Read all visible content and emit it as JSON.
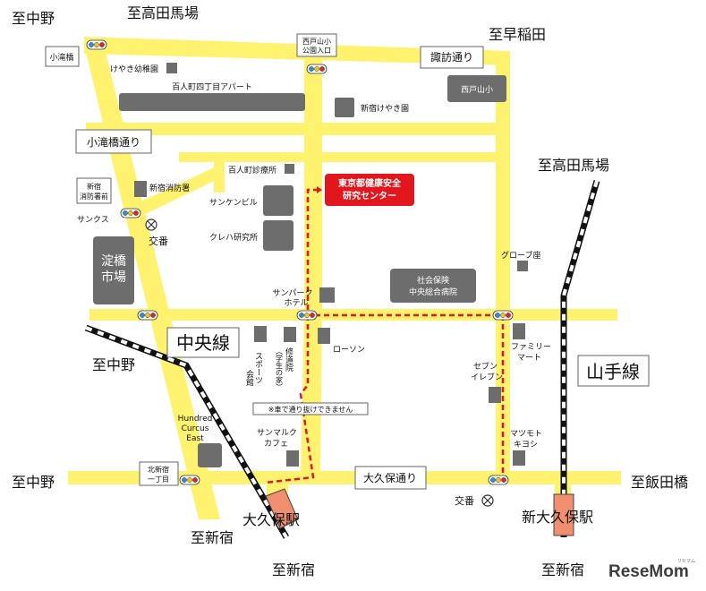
{
  "destinations": {
    "nakano_top": "至中野",
    "takadanobaba_top": "至高田馬場",
    "waseda": "至早稲田",
    "takadanobaba_right": "至高田馬場",
    "nakano_mid": "至中野",
    "nakano_bottom": "至中野",
    "iidabashi": "至飯田橋",
    "shinjuku_left": "至新宿",
    "shinjuku_center": "至新宿",
    "shinjuku_right": "至新宿"
  },
  "roads": {
    "suwa": "諏訪通り",
    "kotakibashi": "小滝橋通り",
    "okubo": "大久保通り"
  },
  "rail_lines": {
    "chuo": "中央線",
    "yamanote": "山手線"
  },
  "stations": {
    "okubo_station": "大久保駅",
    "shinokubo_station": "新大久保駅"
  },
  "intersections": {
    "kotakibashi": "小滝橋",
    "nishitoyama_park": [
      "西戸山小",
      "公園入口"
    ],
    "shinjuku_fire": [
      "新宿",
      "消防署前"
    ],
    "kitashinjuku_1": [
      "北新宿",
      "一丁目"
    ]
  },
  "facilities": {
    "keyaki_kindergarten": "けやき幼稚園",
    "hyakunincho_apartment": "百人町四丁目アパート",
    "shinjuku_keyakien": "新宿けやき園",
    "nishitoyama_elementary": "西戸山小",
    "shinjuku_fire_station": "新宿消防署",
    "hyakunincho_clinic": "百人町診療所",
    "sankenbiru": "サンケンビル",
    "kureha": "クレハ研究所",
    "sunkus": "サンクス",
    "koban_north": "交番",
    "yodobashi": [
      "淀橋",
      "市場"
    ],
    "sunpark": [
      "サンパーク",
      "ホテル"
    ],
    "social_hospital": [
      "社会保険",
      "中央総合病院"
    ],
    "grovecho": "グローブ座",
    "sports_hall": [
      "スポーツ",
      "会館"
    ],
    "shudoin": [
      "修道院",
      "（学生の家）"
    ],
    "lawson": "ローソン",
    "familymart": [
      "ファミリー",
      "マート"
    ],
    "seveneleven": [
      "セブン",
      "イレブン"
    ],
    "matsumoto": [
      "マツモト",
      "キヨシ"
    ],
    "sanmarc": [
      "サンマルク",
      "カフェ"
    ],
    "hundred": [
      "Hundred",
      "Curcus",
      "East"
    ],
    "koban_south": "交番"
  },
  "target": [
    "東京都健康安全",
    "研究センター"
  ],
  "notes": {
    "no_car": "※車で通り抜けできません"
  },
  "logo": {
    "text": "ReseMom",
    "sub": "リセマム"
  },
  "colors": {
    "road": "#fff26e",
    "building": "#6d6d6d",
    "target": "#e2161d",
    "route": "#e2161d",
    "station": "#f08f6f"
  }
}
